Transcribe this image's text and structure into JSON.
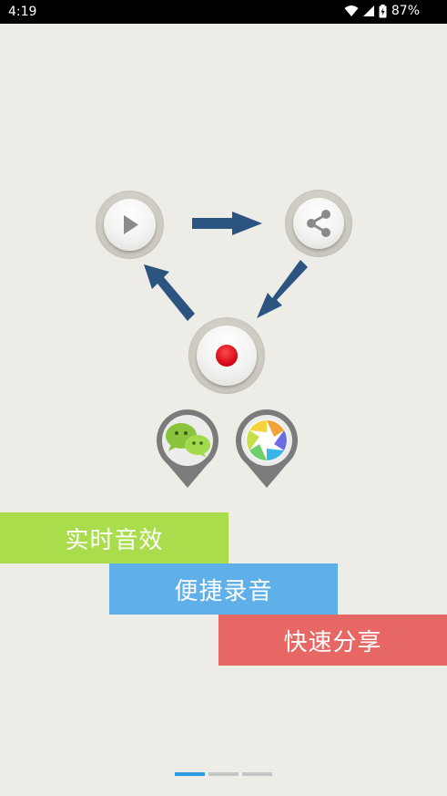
{
  "status_bar": {
    "time": "4:19",
    "battery_percent": "87%",
    "icons": [
      "wifi-icon",
      "cell-signal-icon",
      "battery-icon"
    ]
  },
  "diagram": {
    "buttons": [
      {
        "name": "play-button",
        "icon": "play-icon"
      },
      {
        "name": "share-button",
        "icon": "share-icon"
      },
      {
        "name": "record-button",
        "icon": "record-dot-icon",
        "accent": "#e3001b"
      }
    ],
    "arrow_color": "#2c5481",
    "share_targets": [
      {
        "name": "wechat-pin",
        "icon": "wechat-icon"
      },
      {
        "name": "moments-pin",
        "icon": "camera-aperture-icon"
      }
    ]
  },
  "features": [
    {
      "label": "实时音效",
      "color": "#a9dd4c"
    },
    {
      "label": "便捷录音",
      "color": "#5fb0e8"
    },
    {
      "label": "快速分享",
      "color": "#e66763"
    }
  ],
  "pager": {
    "page_count": 3,
    "current_page": 1,
    "active_color": "#2a9be0",
    "inactive_color": "#c4c4c4"
  }
}
